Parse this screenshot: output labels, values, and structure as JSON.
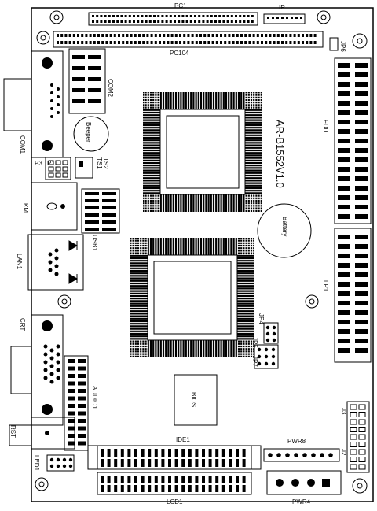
{
  "labels": {
    "pc1": "PC1",
    "ir": "IR",
    "pc104": "PC104",
    "jp6": "JP6",
    "com2": "COM2",
    "com1": "COM1",
    "beeper": "Beeper",
    "p3": "P3",
    "p1": "P1",
    "ts1": "TS1",
    "ts2": "TS2",
    "km": "KM",
    "usb1": "USB1",
    "lan1": "LAN1",
    "board_name": "AR-B1552V1.0",
    "fdd": "FDD",
    "battery": "Battery",
    "lp1": "LP1",
    "jp4": "JP4",
    "jp5": "JP5",
    "jp7": "JP7",
    "crt": "CRT",
    "audio1": "AUDIO1",
    "bios": "BIOS",
    "j3": "J3",
    "j2": "J2",
    "rst": "RST",
    "pwr8": "PWR8",
    "ide1": "IDE1",
    "led1": "LED1",
    "lcd1": "LCD1",
    "pwr4": "PWR4"
  }
}
